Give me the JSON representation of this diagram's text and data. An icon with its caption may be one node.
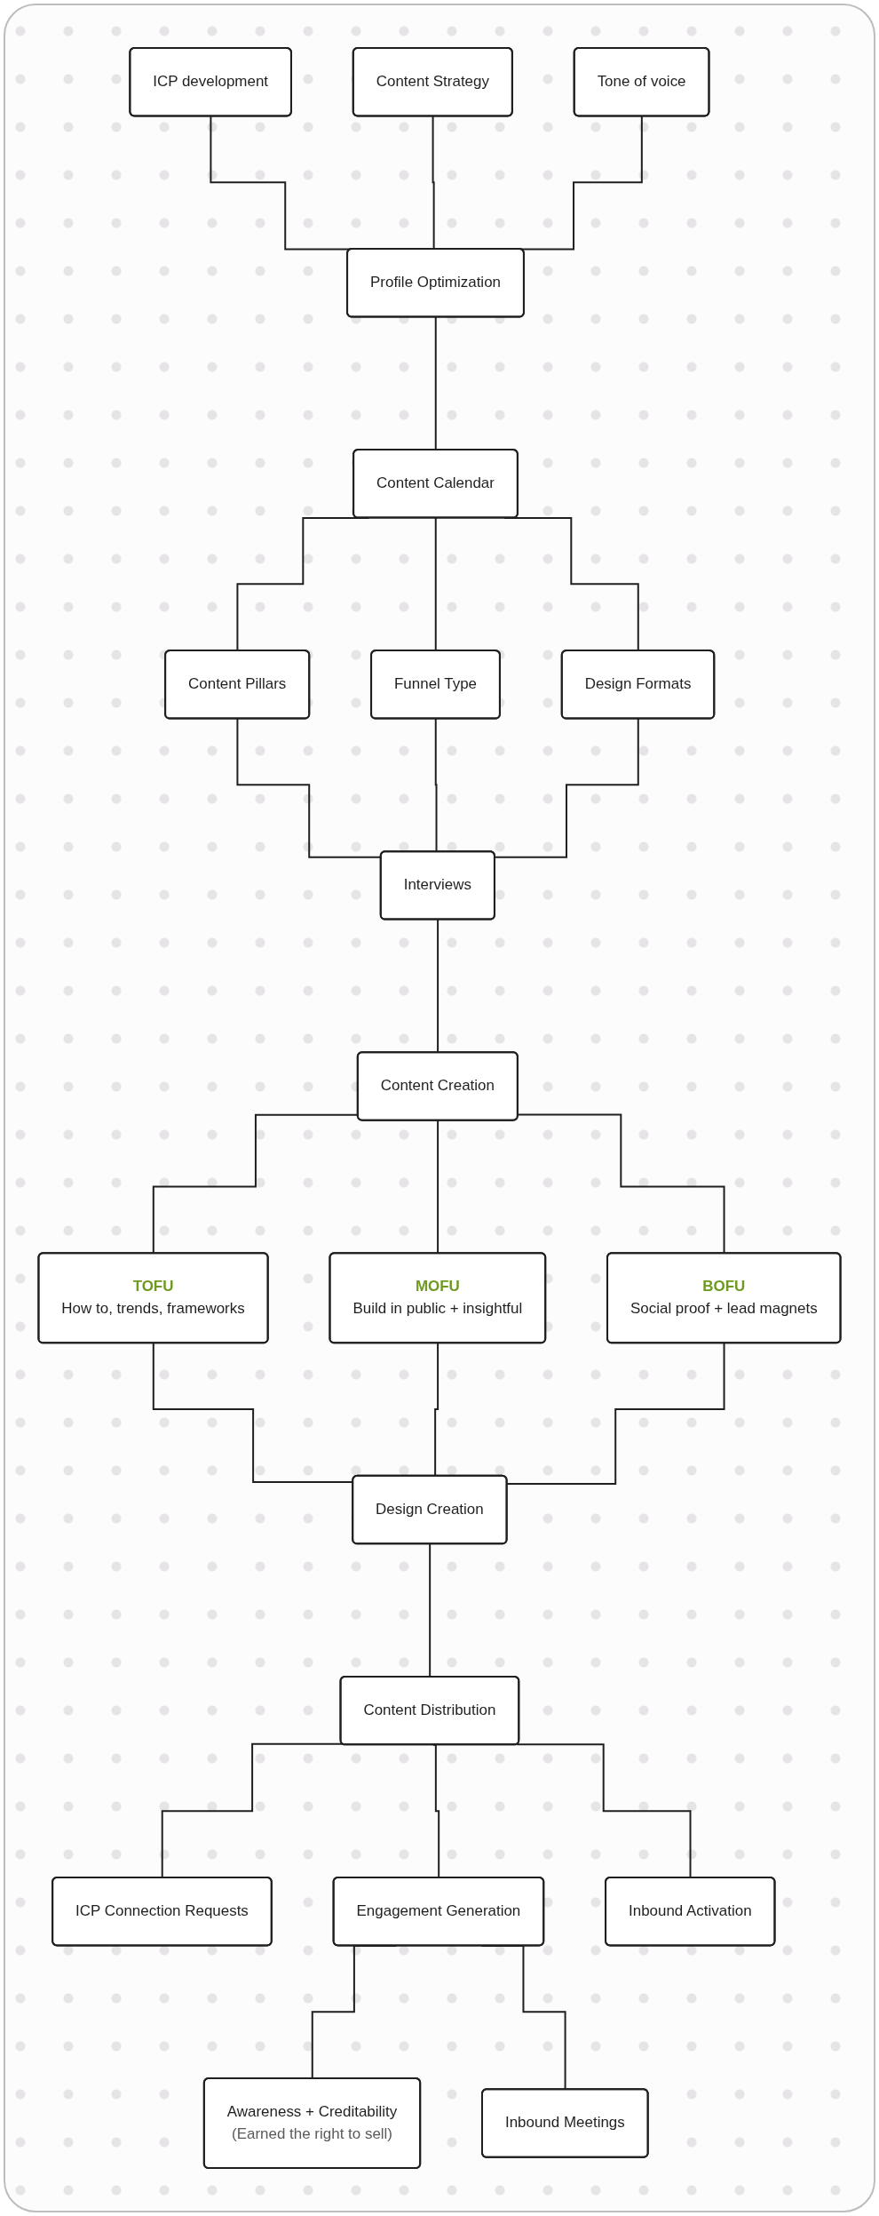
{
  "diagram": {
    "nodes": [
      {
        "text": [
          "ICP development"
        ]
      },
      {
        "text": [
          "Content Strategy"
        ]
      },
      {
        "text": [
          "Tone of voice"
        ]
      },
      {
        "text": [
          "Profile Optimization"
        ]
      },
      {
        "text": [
          "Content Calendar"
        ]
      },
      {
        "text": [
          "Content Pillars"
        ]
      },
      {
        "text": [
          "Funnel Type"
        ]
      },
      {
        "text": [
          "Design Formats"
        ]
      },
      {
        "text": [
          "Interviews"
        ]
      },
      {
        "text": [
          "Content Creation"
        ]
      },
      {
        "text": [
          "TOFU",
          "How to, trends, frameworks"
        ]
      },
      {
        "text": [
          "MOFU",
          "Build in public + insightful"
        ]
      },
      {
        "text": [
          "BOFU",
          "Social proof + lead magnets"
        ]
      },
      {
        "text": [
          "Design Creation"
        ]
      },
      {
        "text": [
          "Content Distribution"
        ]
      },
      {
        "text": [
          "ICP Connection Requests"
        ]
      },
      {
        "text": [
          "Engagement Generation"
        ]
      },
      {
        "text": [
          "Inbound Activation"
        ]
      },
      {
        "text": [
          "Awareness + Creditability",
          "(Earned the right to sell)"
        ]
      },
      {
        "text": [
          "Inbound Meetings"
        ]
      }
    ],
    "edges": [
      {
        "from": 0,
        "to": 3,
        "arrow": "none"
      },
      {
        "from": 1,
        "to": 3,
        "arrow": "none"
      },
      {
        "from": 2,
        "to": 3,
        "arrow": "none"
      },
      {
        "from": 3,
        "to": 4,
        "arrow": "none"
      },
      {
        "from": 4,
        "to": 5,
        "arrow": "none"
      },
      {
        "from": 4,
        "to": 6,
        "arrow": "none"
      },
      {
        "from": 4,
        "to": 7,
        "arrow": "none"
      },
      {
        "from": 5,
        "to": 8,
        "arrow": "none"
      },
      {
        "from": 6,
        "to": 8,
        "arrow": "none"
      },
      {
        "from": 7,
        "to": 8,
        "arrow": "none"
      },
      {
        "from": 8,
        "to": 9,
        "arrow": "none"
      },
      {
        "from": 9,
        "to": 10,
        "arrow": "none"
      },
      {
        "from": 9,
        "to": 11,
        "arrow": "none"
      },
      {
        "from": 9,
        "to": 12,
        "arrow": "none"
      },
      {
        "from": 10,
        "to": 13,
        "arrow": "none"
      },
      {
        "from": 11,
        "to": 13,
        "arrow": "none"
      },
      {
        "from": 12,
        "to": 13,
        "arrow": "none"
      },
      {
        "from": 13,
        "to": 14,
        "arrow": "none"
      },
      {
        "from": 14,
        "to": 15,
        "arrow": "none"
      },
      {
        "from": 14,
        "to": 16,
        "arrow": "none"
      },
      {
        "from": 14,
        "to": 17,
        "arrow": "none"
      },
      {
        "from": 16,
        "to": 18,
        "arrow": "none"
      },
      {
        "from": 16,
        "to": 19,
        "arrow": "none"
      }
    ]
  }
}
